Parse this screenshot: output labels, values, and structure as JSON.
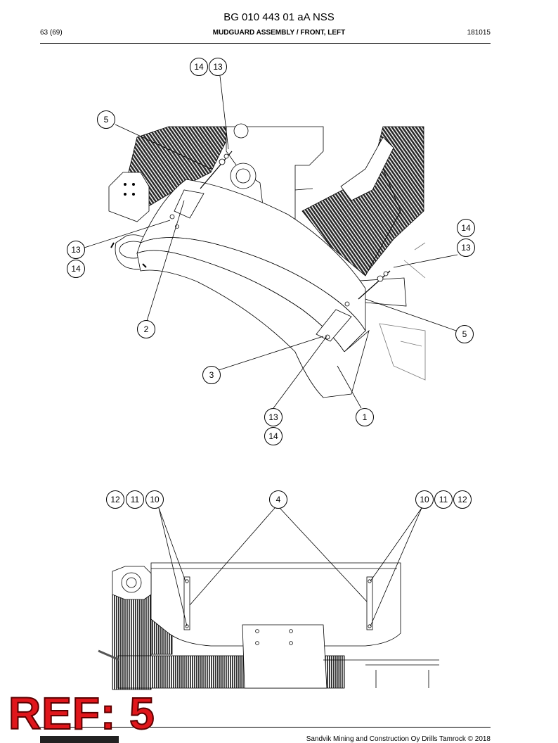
{
  "header": {
    "doc_title": "BG 010 443 01 aA NSS",
    "page": "63 (69)",
    "section_title": "MUDGUARD ASSEMBLY / FRONT, LEFT",
    "date_code": "181015"
  },
  "callouts": {
    "c14_top": "14",
    "c13_top": "13",
    "c5_left": "5",
    "c14_right": "14",
    "c13_right": "13",
    "c13_left": "13",
    "c14_left": "14",
    "c2": "2",
    "c5_right": "5",
    "c3": "3",
    "c13_bottom": "13",
    "c1": "1",
    "c14_bottom": "14",
    "c12_l": "12",
    "c11_l": "11",
    "c10_l": "10",
    "c4": "4",
    "c10_r": "10",
    "c11_r": "11",
    "c12_r": "12"
  },
  "stamp": {
    "text": "REF: 5"
  },
  "footer": {
    "text": "Sandvik Mining and Construction Oy Drills Tamrock © 2018"
  }
}
